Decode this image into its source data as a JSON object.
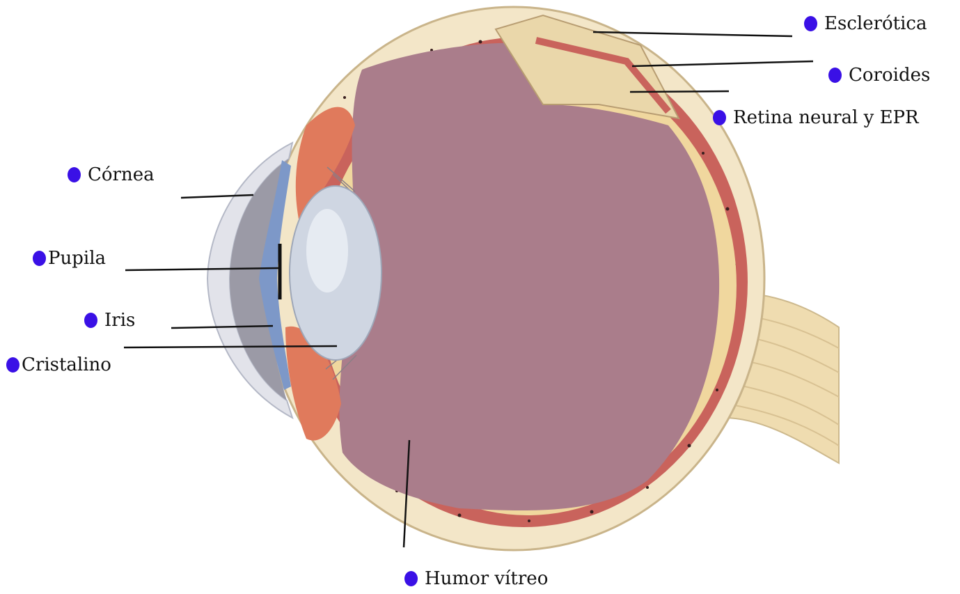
{
  "colors": {
    "marker": "#3a10e6",
    "leader": "#111111",
    "vitreous": "#aa7d8b",
    "sclera": "#f3e6c8",
    "choroid": "#c9635c",
    "lens": "#cfd6e2",
    "cornea": "#d9dbe3",
    "iris": "#7d98c8",
    "nerve": "#efdcb0"
  },
  "labels": {
    "esclerotica": "Esclerótica",
    "coroides": "Coroides",
    "retina": "Retina neural y EPR",
    "cornea": "Córnea",
    "pupila": "Pupila",
    "iris": "Iris",
    "cristalino": "Cristalino",
    "humor_vitreo": "Humor vítreo"
  }
}
